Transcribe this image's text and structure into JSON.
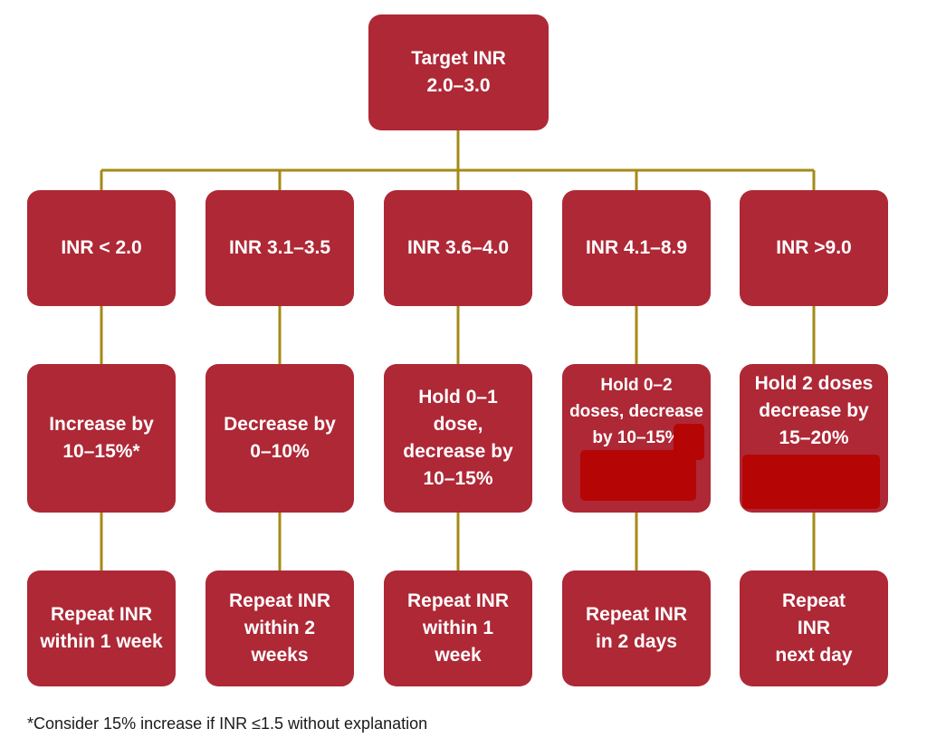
{
  "root": {
    "label": "Target INR\n2.0–3.0"
  },
  "ranges": [
    {
      "label": "INR < 2.0",
      "action": "Increase by\n10–15%*",
      "followup": "Repeat INR\nwithin 1 week"
    },
    {
      "label": "INR 3.1–3.5",
      "action": "Decrease by\n0–10%",
      "followup": "Repeat INR\nwithin 2\nweeks"
    },
    {
      "label": "INR 3.6–4.0",
      "action": "Hold 0–1\ndose,\ndecrease by\n10–15%",
      "followup": "Repeat INR\nwithin 1\nweek"
    },
    {
      "label": "INR 4.1–8.9",
      "action": "Hold 0–2\ndoses, decrease\nby 10–15%",
      "followup": "Repeat INR\nin 2 days"
    },
    {
      "label": "INR >9.0",
      "action": "Hold 2 doses\ndecrease by\n15–20%",
      "followup": "Repeat\nINR\nnext day"
    }
  ],
  "footnote": "*Consider 15% increase if INR ≤1.5 without explanation",
  "colors": {
    "box": "#ae2836",
    "connector": "#a58a16",
    "redaction": "#b60505"
  }
}
